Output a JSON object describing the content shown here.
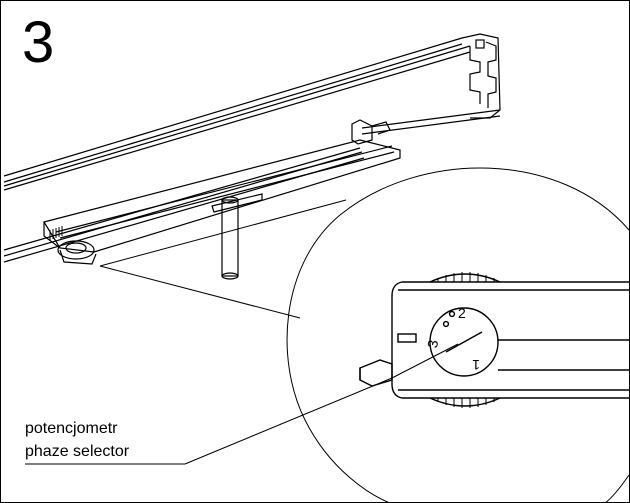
{
  "step": {
    "number": "3"
  },
  "callout": {
    "line1": "potencjometr",
    "line2": "phaze selector"
  },
  "dial": {
    "label_1": "1",
    "label_2": "2",
    "label_3": "3"
  }
}
